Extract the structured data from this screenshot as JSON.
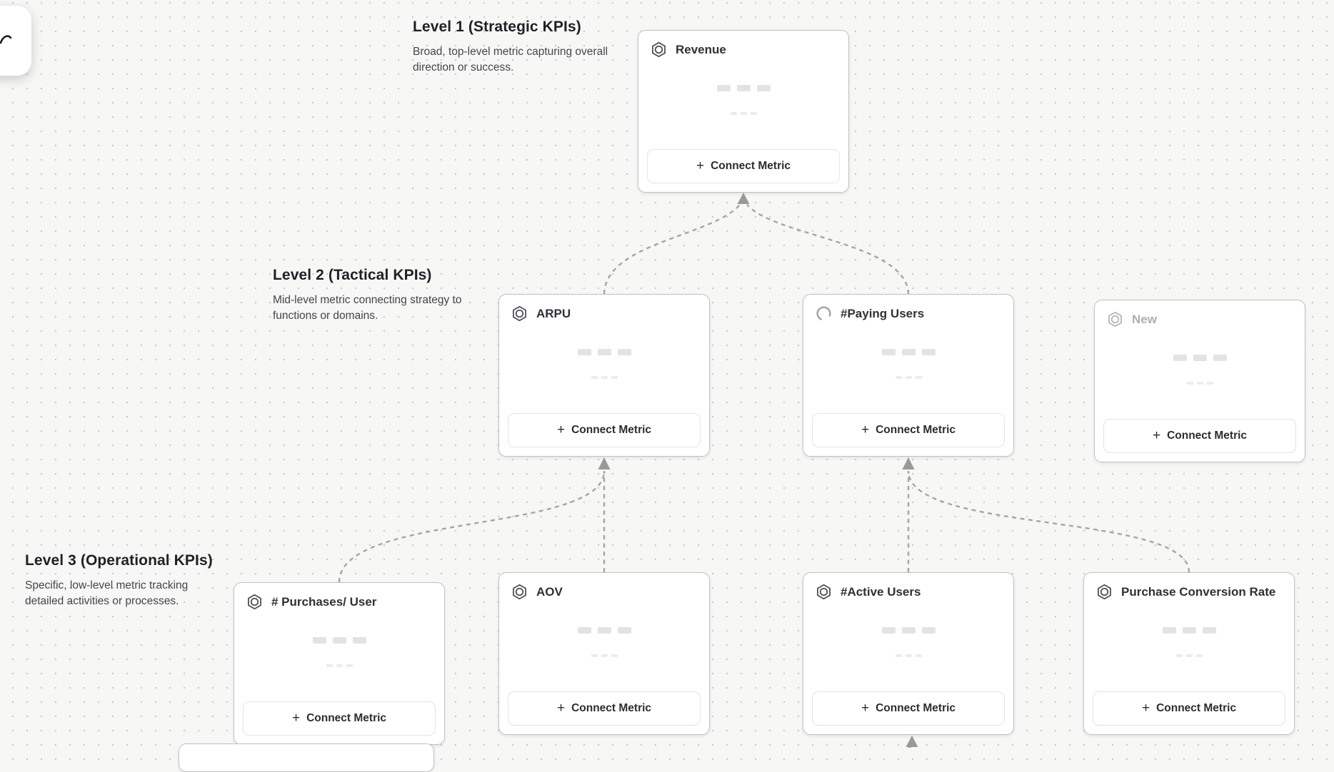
{
  "ui": {
    "connect_metric_label": "Connect Metric",
    "plus_icon": "+"
  },
  "levels": [
    {
      "id": "level-1",
      "title": "Level 1 (Strategic KPIs)",
      "description": "Broad, top-level metric capturing overall direction or success."
    },
    {
      "id": "level-2",
      "title": "Level 2 (Tactical KPIs)",
      "description": "Mid-level metric connecting strategy to functions or domains."
    },
    {
      "id": "level-3",
      "title": "Level 3 (Operational KPIs)",
      "description": "Specific, low-level metric tracking detailed activities or processes."
    }
  ],
  "cards": [
    {
      "id": "revenue",
      "level": 1,
      "title": "Revenue",
      "icon": "metric-hexagon-icon",
      "state": "default"
    },
    {
      "id": "arpu",
      "level": 2,
      "title": "ARPU",
      "icon": "metric-hexagon-icon",
      "state": "default"
    },
    {
      "id": "paying-users",
      "level": 2,
      "title": "#Paying Users",
      "icon": "loading-spinner-icon",
      "state": "loading"
    },
    {
      "id": "new",
      "level": 2,
      "title": "New",
      "icon": "metric-hexagon-icon",
      "state": "draft"
    },
    {
      "id": "purchases-per-user",
      "level": 3,
      "title": "# Purchases/ User",
      "icon": "metric-hexagon-icon",
      "state": "default"
    },
    {
      "id": "aov",
      "level": 3,
      "title": "AOV",
      "icon": "metric-hexagon-icon",
      "state": "default"
    },
    {
      "id": "active-users",
      "level": 3,
      "title": "#Active Users",
      "icon": "metric-hexagon-icon",
      "state": "default"
    },
    {
      "id": "purchase-conversion-rate",
      "level": 3,
      "title": "Purchase Conversion Rate",
      "icon": "metric-hexagon-icon",
      "state": "default"
    }
  ],
  "connections": [
    {
      "from": "arpu",
      "to": "revenue"
    },
    {
      "from": "paying-users",
      "to": "revenue"
    },
    {
      "from": "purchases-per-user",
      "to": "arpu"
    },
    {
      "from": "aov",
      "to": "arpu"
    },
    {
      "from": "active-users",
      "to": "paying-users"
    },
    {
      "from": "purchase-conversion-rate",
      "to": "paying-users"
    },
    {
      "from": "offscreen-node",
      "to": "active-users"
    }
  ],
  "colors": {
    "canvas_bg": "#f7f7f6",
    "canvas_dot": "#c9c9c9",
    "card_border": "#c2c2c2",
    "connector": "#a6a6a6",
    "arrowhead": "#999999"
  }
}
